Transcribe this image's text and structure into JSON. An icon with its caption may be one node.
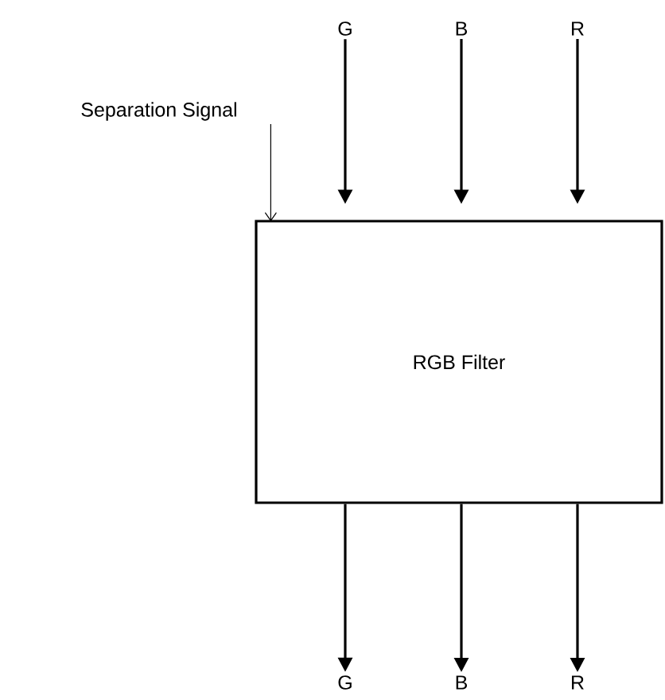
{
  "diagram": {
    "nodes": [
      {
        "text": [
          "RGB Filter"
        ]
      },
      {
        "text": [
          "G"
        ]
      },
      {
        "text": [
          "B"
        ]
      },
      {
        "text": [
          "R"
        ]
      },
      {
        "text": [
          "G"
        ]
      },
      {
        "text": [
          "B"
        ]
      },
      {
        "text": [
          "R"
        ]
      },
      {
        "text": [
          "Separation Signal"
        ]
      }
    ],
    "edges": [
      {
        "from": 1,
        "to": 0,
        "arrow": "to"
      },
      {
        "from": 2,
        "to": 0,
        "arrow": "to"
      },
      {
        "from": 3,
        "to": 0,
        "arrow": "to"
      },
      {
        "from": 0,
        "to": 4,
        "arrow": "to"
      },
      {
        "from": 0,
        "to": 5,
        "arrow": "to"
      },
      {
        "from": 0,
        "to": 6,
        "arrow": "to"
      },
      {
        "from": 7,
        "to": 0,
        "arrow": "to"
      }
    ]
  }
}
